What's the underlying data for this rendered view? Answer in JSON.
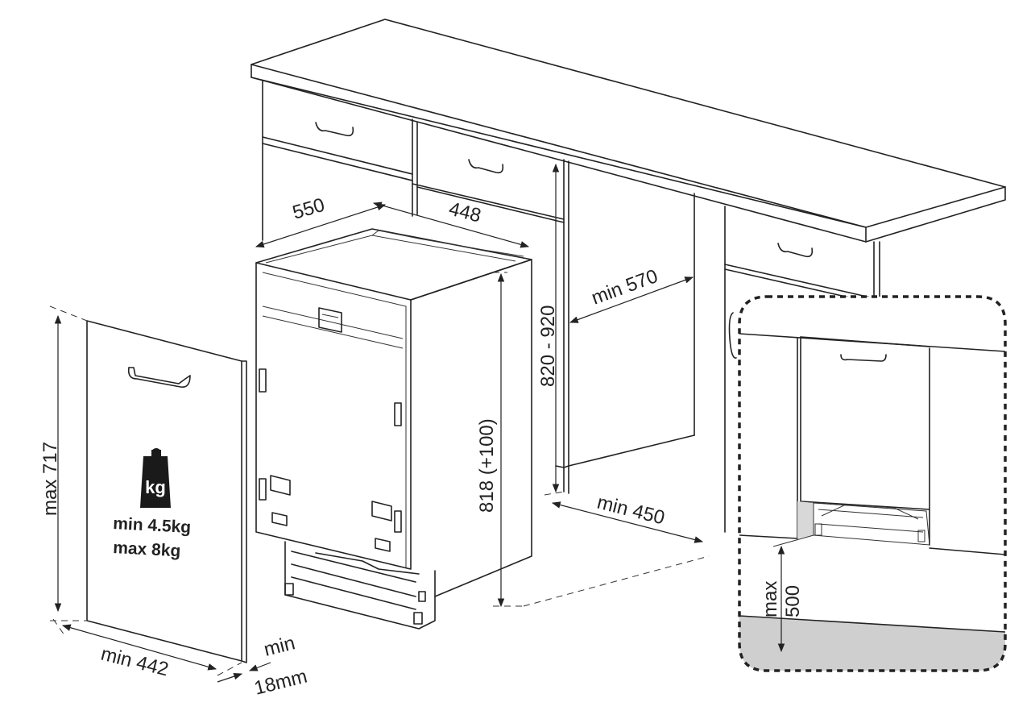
{
  "dimensions": {
    "depth": "550",
    "width": "448",
    "counter_height": "820 - 920",
    "appliance_height": "818 (+100)",
    "min_depth": "min 570",
    "min_width": "min 450",
    "panel_max_height": "max 717",
    "panel_min_width": "min 442",
    "panel_thickness_line1": "min",
    "panel_thickness_line2": "18mm",
    "detail_max_line1": "max",
    "detail_max_line2": "500"
  },
  "panel_weight": {
    "icon_label": "kg",
    "min": "min 4.5kg",
    "max": "max 8kg"
  },
  "colors": {
    "line": "#222222",
    "floor_shade": "#cfcfcf",
    "weight_icon": "#1a1a1a"
  },
  "icons": [
    "weight-icon",
    "dimension-arrow-icon",
    "detail-callout-frame"
  ]
}
